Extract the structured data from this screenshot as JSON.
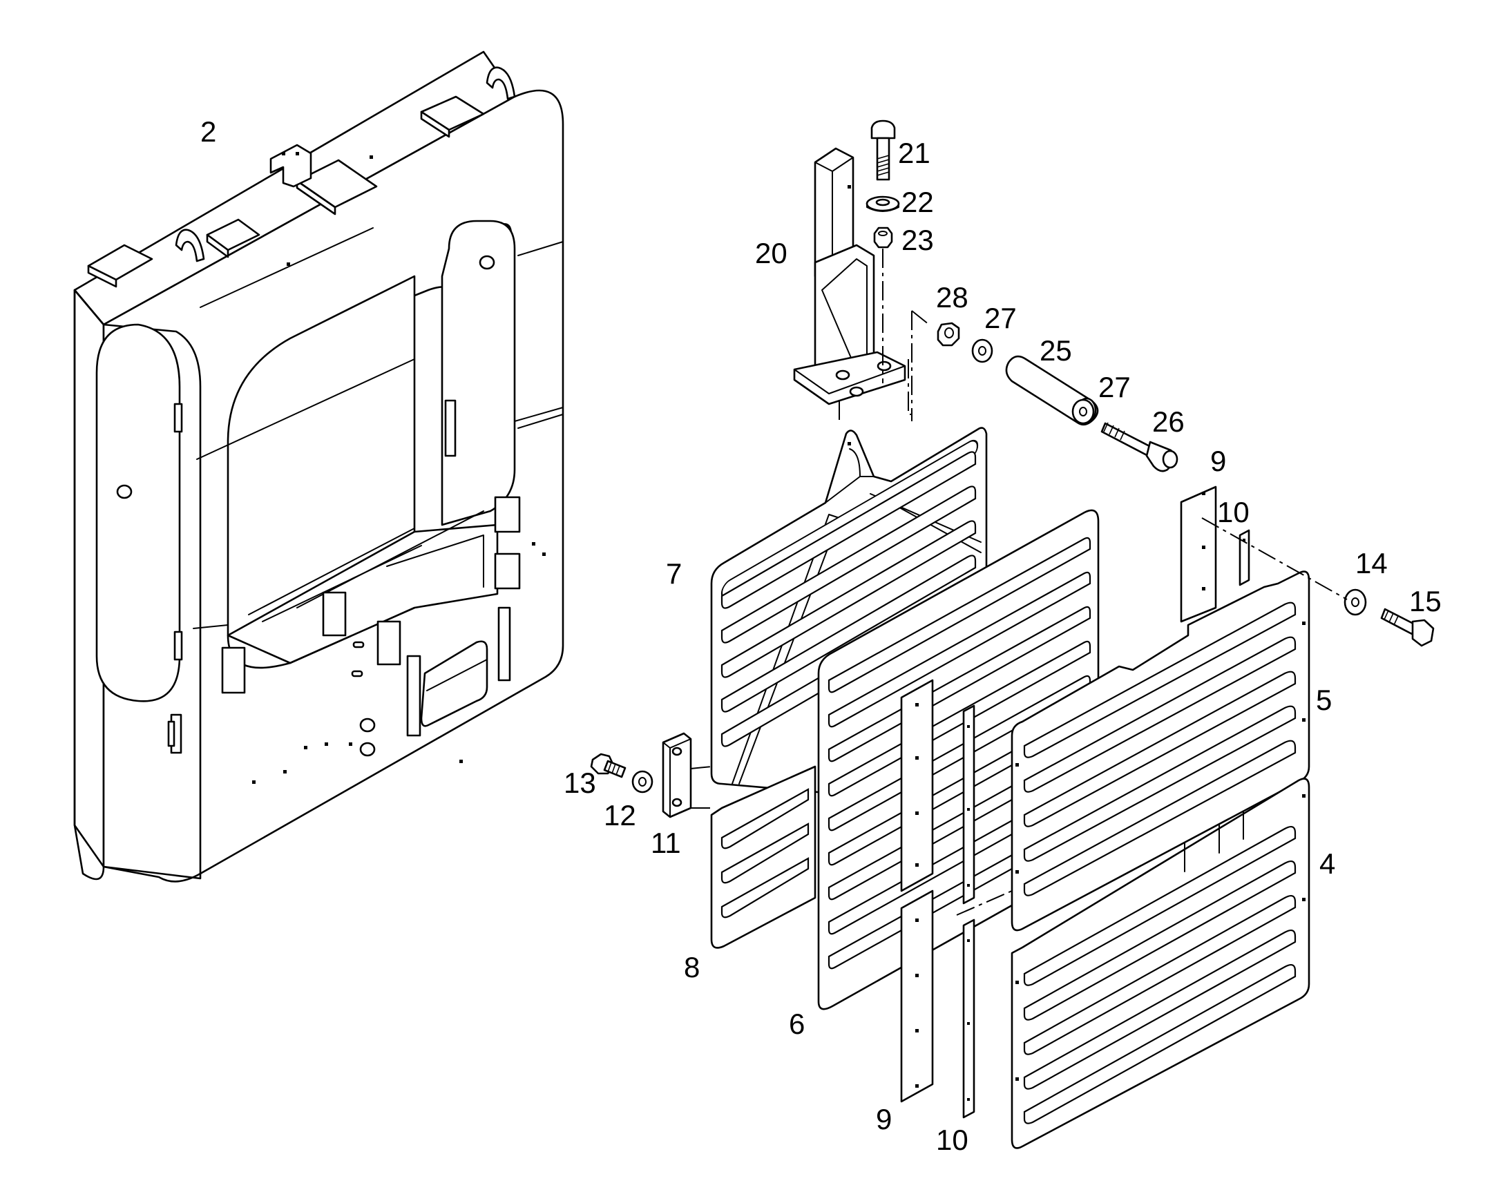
{
  "diagram": {
    "callouts": [
      "2",
      "21",
      "22",
      "23",
      "20",
      "28",
      "27",
      "25",
      "27",
      "26",
      "9",
      "10",
      "14",
      "15",
      "7",
      "5",
      "13",
      "12",
      "11",
      "4",
      "8",
      "6",
      "9",
      "10"
    ]
  },
  "colors": {
    "line": "#000000",
    "background": "#ffffff"
  }
}
